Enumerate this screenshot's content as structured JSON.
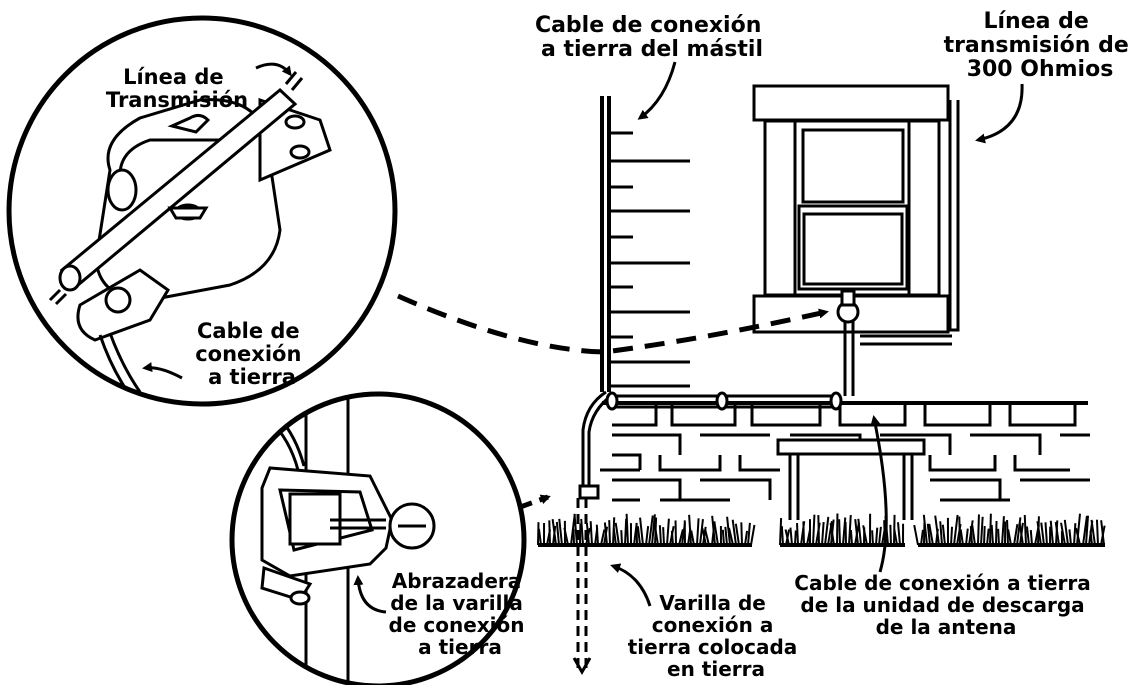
{
  "colors": {
    "ink": "#000000",
    "paper": "#ffffff"
  },
  "labels": {
    "mast_ground_wire": {
      "lines": [
        "Cable de conexión",
        "a tierra del mástil"
      ]
    },
    "transmission_300": {
      "lines": [
        "Línea de",
        "transmisión de",
        "300 Ohmios"
      ]
    },
    "transmission_line_detail": {
      "lines": [
        "Línea de",
        "Transmisión"
      ]
    },
    "ground_wire_detail": {
      "lines": [
        "Cable de",
        "conexión",
        "a tierra"
      ]
    },
    "rod_clamp": {
      "lines": [
        "Abrazadera",
        "de la varilla",
        "de conexión",
        "a tierra"
      ]
    },
    "ground_rod": {
      "lines": [
        "Varilla de",
        "conexión a",
        "tierra colocada",
        "en tierra"
      ]
    },
    "discharge_unit_wire": {
      "lines": [
        "Cable de conexión a tierra",
        "de la unidad de descarga",
        "de la antena"
      ]
    }
  },
  "icons": {
    "left_detail": "antenna-discharge-unit-detail-icon",
    "clamp_detail": "ground-rod-clamp-detail-icon",
    "house": "house-wall-icon",
    "window": "window-icon",
    "mast": "antenna-mast-icon",
    "ground_rod": "ground-rod-icon",
    "grass": "grass-icon"
  }
}
